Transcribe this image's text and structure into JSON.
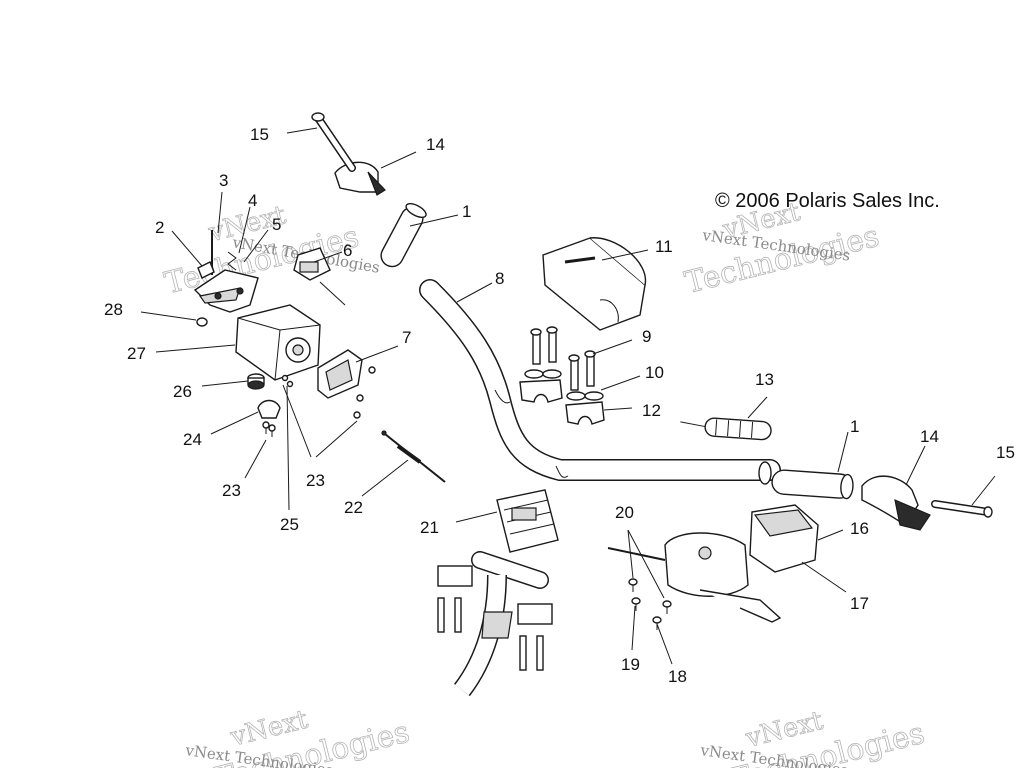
{
  "copyright": "© 2006 Polaris Sales Inc.",
  "watermark": {
    "line1": "vNext",
    "line2": "Technologies",
    "small": "vNext Technologies"
  },
  "callouts": [
    "1",
    "2",
    "3",
    "4",
    "5",
    "6",
    "7",
    "8",
    "9",
    "10",
    "11",
    "12",
    "13",
    "14",
    "15",
    "16",
    "17",
    "18",
    "19",
    "20",
    "21",
    "22",
    "23",
    "24",
    "25",
    "26",
    "27",
    "28"
  ]
}
